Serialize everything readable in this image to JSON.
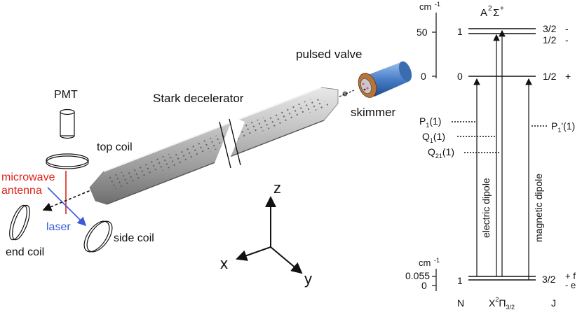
{
  "apparatus": {
    "pmt": "PMT",
    "top_coil": "top coil",
    "microwave_line1": "microwave",
    "microwave_line2": "antenna",
    "laser": "laser",
    "end_coil": "end coil",
    "side_coil": "side coil",
    "stark_decelerator": "Stark decelerator",
    "pulsed_valve": "pulsed valve",
    "skimmer": "skimmer",
    "colors": {
      "microwave": "#e0231d",
      "laser": "#3a5bd9",
      "decelerator_metal": "#b8b8b8",
      "valve": "#4a7fc8",
      "valve_flange": "#b8733a"
    }
  },
  "axes3d": {
    "z": "z",
    "x": "x",
    "y": "y"
  },
  "energy_diagram": {
    "unit_top": "cm",
    "unit_top_exp": "-1",
    "unit_bottom": "cm",
    "unit_bottom_exp": "-1",
    "upper_state_main": "A",
    "upper_state_sup": "2",
    "upper_state_sym": "Σ",
    "upper_state_sup2": "+",
    "tick_50": "50",
    "tick_0_top": "0",
    "tick_0055": "0.055",
    "tick_0_bottom": "0",
    "level_N1_upper": "1",
    "level_N0_upper": "0",
    "level_N1_lower": "1",
    "J_32": "3/2",
    "J_32_parity": "-",
    "J_12": "1/2",
    "J_12_parity": "-",
    "J_12_low": "1/2",
    "J_12_low_parity": "+",
    "J_32_lower": "3/2",
    "parity_f": "+ f",
    "parity_e": "- e",
    "trans_P1": "P",
    "trans_P1_sub": "1",
    "trans_P1_arg": "(1)",
    "trans_Q1": "Q",
    "trans_Q1_sub": "1",
    "trans_Q1_arg": "(1)",
    "trans_Q21": "Q",
    "trans_Q21_sub": "21",
    "trans_Q21_arg": "(1)",
    "trans_P1prime": "P",
    "trans_P1prime_sub": "1",
    "trans_P1prime_arg": "'(1)",
    "electric_dipole": "electric dipole",
    "magnetic_dipole": "magnetic dipole",
    "bottom_N": "N",
    "lower_state_main": "X",
    "lower_state_sup": "2",
    "lower_state_sym": "Π",
    "lower_state_sub": "3/2",
    "bottom_J": "J"
  }
}
